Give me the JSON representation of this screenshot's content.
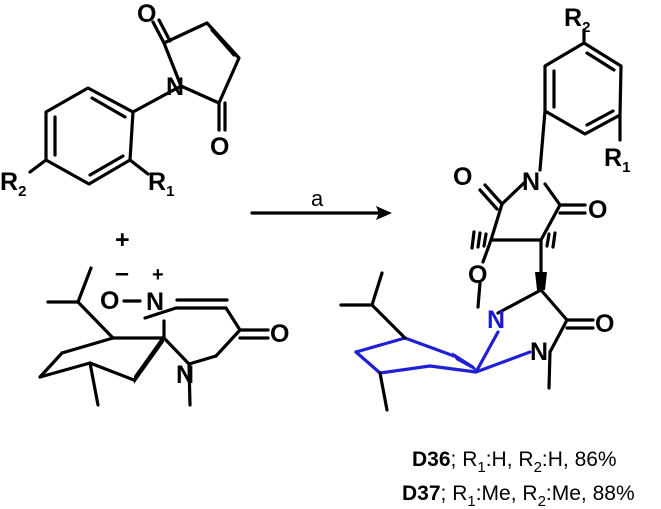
{
  "reagent": {
    "label": "a",
    "plus": "+"
  },
  "maleimide": {
    "atoms": {
      "o_top": "O",
      "n": "N",
      "o_bottom": "O"
    },
    "r2": {
      "main": "R",
      "sub": "2"
    },
    "r1": {
      "main": "R",
      "sub": "1"
    }
  },
  "nitrone": {
    "atoms": {
      "o_minus": "O",
      "charge_minus": "–",
      "n_plus": "N",
      "charge_plus": "+",
      "o_carbonyl": "O",
      "n_methyl": "N"
    }
  },
  "product": {
    "atoms": {
      "o_left": "O",
      "n_imide": "N",
      "o_right": "O",
      "o_ring": "O",
      "n_bridge": "N",
      "o_lactam": "O",
      "n_lactam": "N"
    },
    "r2": {
      "main": "R",
      "sub": "2"
    },
    "r1": {
      "main": "R",
      "sub": "1"
    }
  },
  "compounds": [
    {
      "id": "D36",
      "text": "; R",
      "s1": "1",
      "t1": ":H, R",
      "s2": "2",
      "t2": ":H, 86%"
    },
    {
      "id": "D37",
      "text": "; R",
      "s1": "1",
      "t1": ":Me, R",
      "s2": "2",
      "t2": ":Me, 88%"
    }
  ],
  "colors": {
    "ink": "#000000",
    "highlight": "#1f1fd6"
  }
}
